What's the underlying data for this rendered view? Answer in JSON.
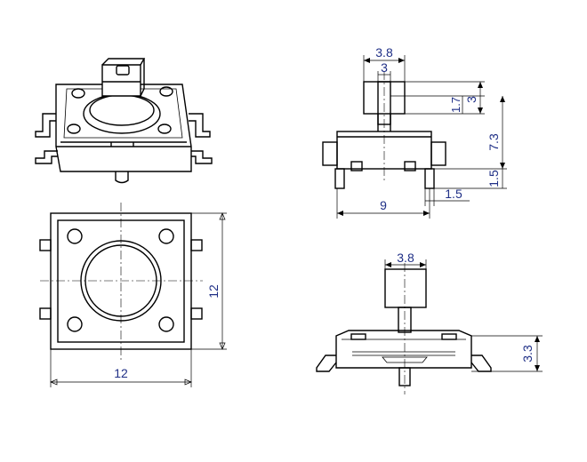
{
  "dimensions": {
    "iso_view": {},
    "top_view": {
      "width": "12",
      "height": "12"
    },
    "side_view": {
      "stem_outer": "3.8",
      "stem_inner": "3",
      "stem_top": "1.7",
      "stem_total": "3",
      "overall_height": "7.3",
      "lead_height": "1.5",
      "lead_width": "1.5",
      "pitch": "9"
    },
    "front_view": {
      "stem_width": "3.8",
      "body_height": "3.3"
    }
  }
}
